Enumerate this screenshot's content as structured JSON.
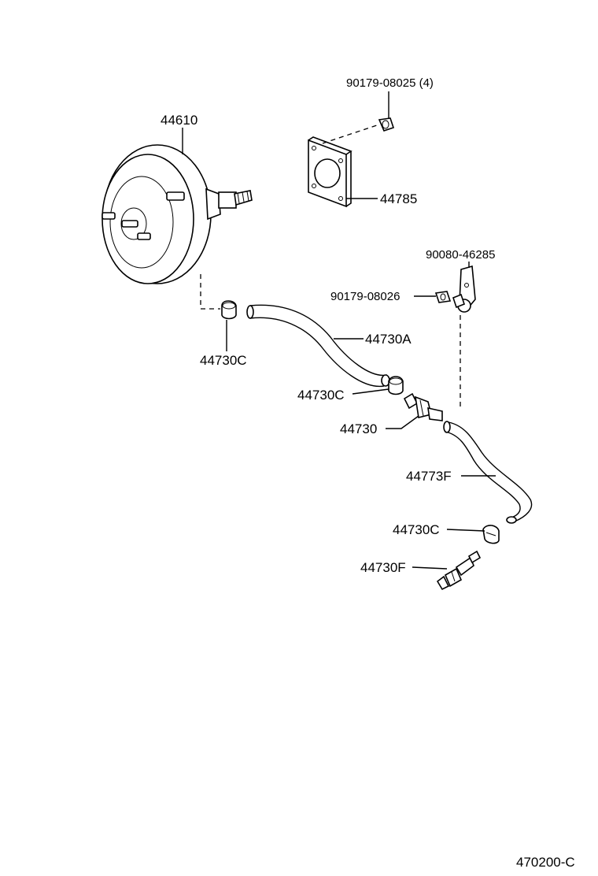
{
  "labels": {
    "booster": "44610",
    "nut_top": "90179-08025 (4)",
    "gasket": "44785",
    "clamp_bracket": "90080-46285",
    "nut_bracket": "90179-08026",
    "hose_a": "44730A",
    "clip_left": "44730C",
    "clip_mid": "44730C",
    "check_valve": "44730",
    "hose_f": "44773F",
    "clip_lower": "44730C",
    "union_f": "44730F"
  },
  "diagram_code": "470200-C"
}
